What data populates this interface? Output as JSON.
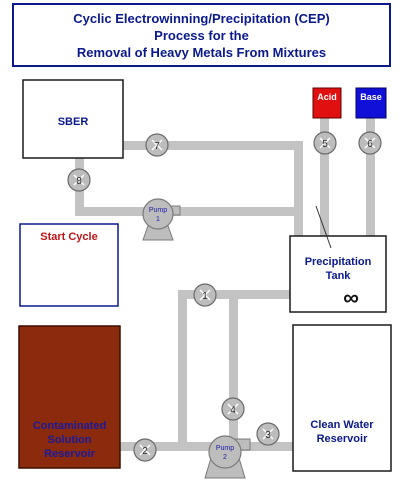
{
  "title": {
    "line1": "Cyclic Electrowinning/Precipitation (CEP)",
    "line2": "Process for the",
    "line3": "Removal of Heavy Metals From Mixtures"
  },
  "blocks": {
    "sber": "SBER",
    "start_cycle": "Start Cycle",
    "acid": "Acid",
    "base": "Base",
    "precipitation_tank": "Precipitation",
    "precipitation_tank_2": "Tank",
    "mixer_symbol": "∞",
    "clean_water_1": "Clean Water",
    "clean_water_2": "Reservoir",
    "contaminated_1": "Contaminated",
    "contaminated_2": "Solution",
    "contaminated_3": "Reservoir"
  },
  "pumps": {
    "pump1_word": "Pump",
    "pump1_num": "1",
    "pump2_word": "Pump",
    "pump2_num": "2"
  },
  "valves": {
    "v1": "1",
    "v2": "2",
    "v3": "3",
    "v4": "4",
    "v5": "5",
    "v6": "6",
    "v7": "7",
    "v8": "8"
  },
  "colors": {
    "title_blue": "#0a1a8c",
    "acid_red": "#e01010",
    "base_blue": "#1010d8",
    "start_red": "#c01515",
    "reservoir_brown": "#8b2a0c",
    "pipe_gray": "#c3c3c3",
    "valve_gray": "#bdbdbd"
  }
}
